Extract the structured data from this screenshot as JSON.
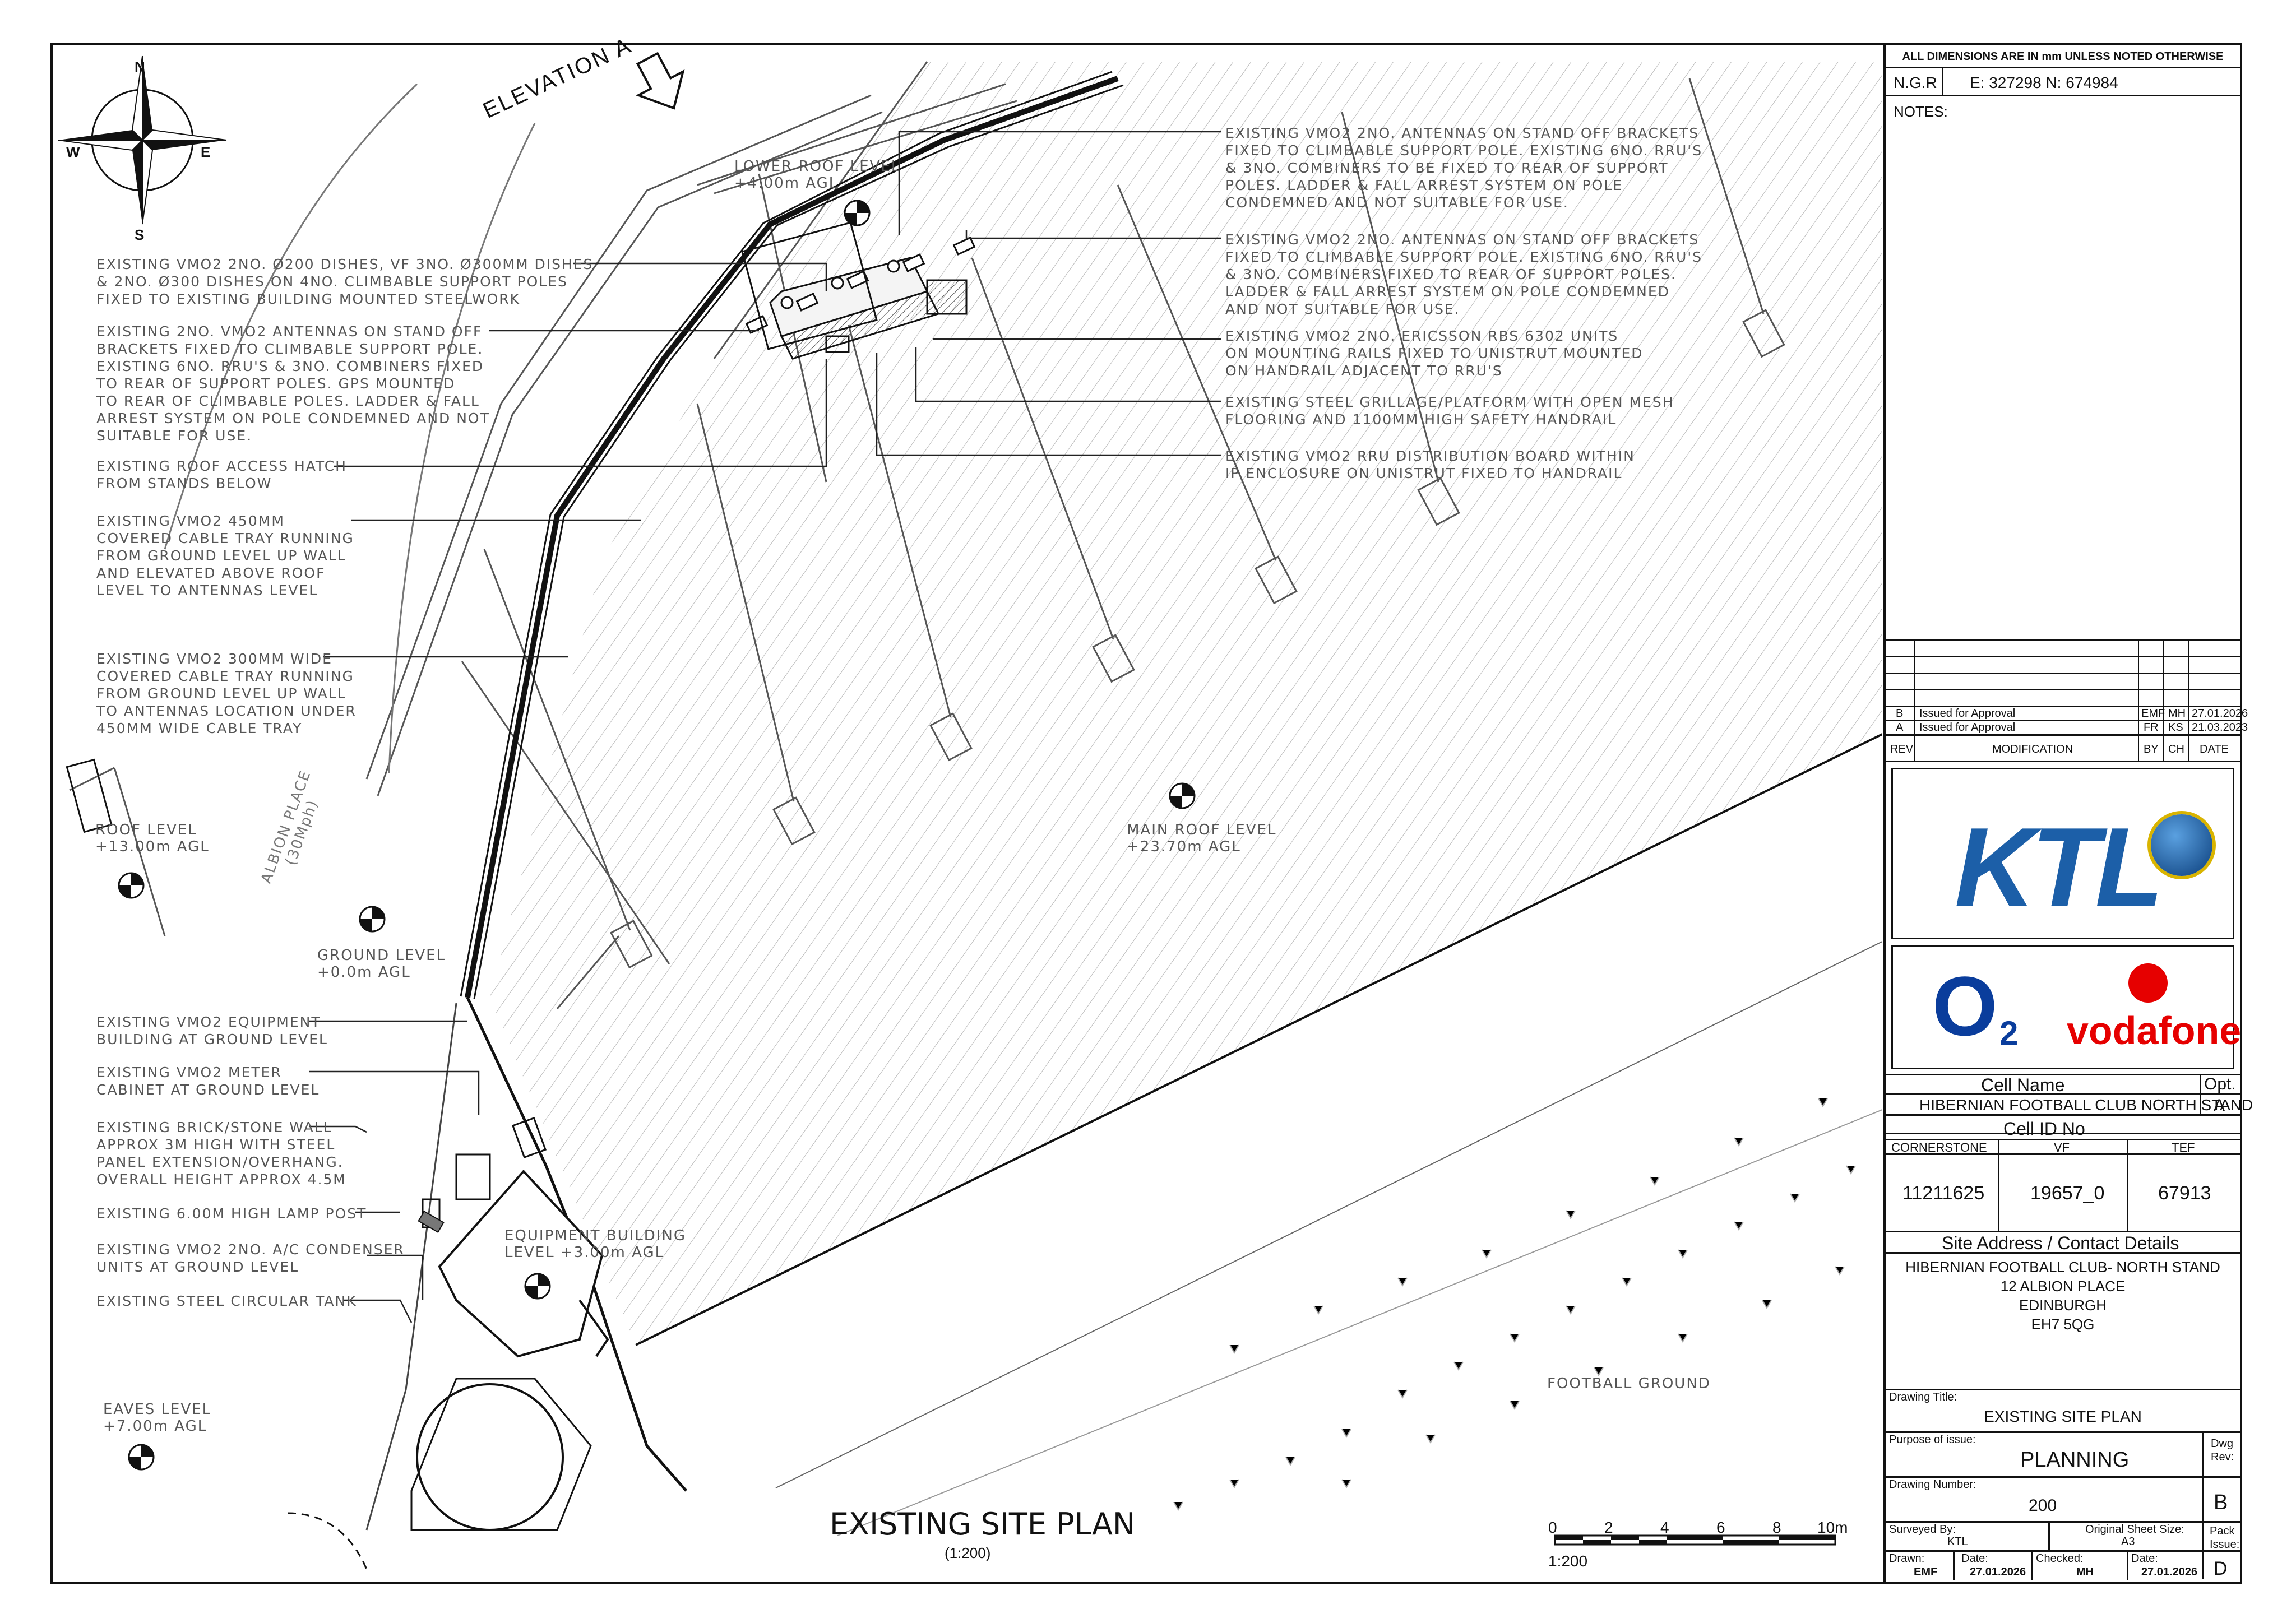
{
  "compass": {
    "n": "N",
    "e": "E",
    "s": "S",
    "w": "W"
  },
  "elevation_label": "ELEVATION A",
  "notes_left": [
    "EXISTING VMO2 2No. ø200 DISHES, VF 3No. ø300mm DISHES\n& 2No. ø300 DISHES ON 4No. CLIMBABLE SUPPORT POLES\nFIXED TO EXISTING BUILDING MOUNTED STEELWORK",
    "EXISTING 2No. VMO2 ANTENNAS ON STAND OFF\nBRACKETS FIXED TO CLIMBABLE SUPPORT POLE.\nEXISTING 6No. RRU's & 3No. COMBINERS FIXED\nTO REAR OF SUPPORT POLES. GPS MOUNTED\nTO REAR OF CLIMBABLE POLES. LADDER & FALL\nARREST SYSTEM ON POLE CONDEMNED AND NOT\nSUITABLE FOR USE.",
    "EXISTING ROOF ACCESS HATCH\nFROM STANDS BELOW",
    "EXISTING VMO2 450mm\nCOVERED CABLE TRAY RUNNING\nFROM GROUND LEVEL UP WALL\nAND ELEVATED ABOVE ROOF\nLEVEL TO ANTENNAS LEVEL",
    "EXISTING VMO2 300mm WIDE\nCOVERED CABLE TRAY RUNNING\nFROM GROUND LEVEL UP WALL\nTO ANTENNAS LOCATION UNDER\n450mm WIDE CABLE TRAY",
    "EXISTING VMO2 EQUIPMENT\nBUILDING AT GROUND LEVEL",
    "EXISTING VMO2 METER\nCABINET AT GROUND LEVEL",
    "EXISTING BRICK/STONE WALL\nAPPROX 3m HIGH WITH STEEL\nPANEL EXTENSION/OVERHANG.\nOVERALL HEIGHT APPROX 4.5m",
    "EXISTING 6.00m HIGH LAMP POST",
    "EXISTING VMO2 2No. A/C CONDENSER\nUNITS AT GROUND LEVEL",
    "EXISTING STEEL CIRCULAR TANK"
  ],
  "notes_right": [
    "EXISTING VMO2 2No. ANTENNAS ON STAND OFF BRACKETS\nFIXED TO CLIMBABLE SUPPORT POLE. EXISTING 6No. RRU's\n& 3No. COMBINERS TO BE FIXED TO REAR OF SUPPORT\nPOLES. LADDER & FALL ARREST SYSTEM ON POLE\nCONDEMNED AND NOT SUITABLE FOR USE.",
    "EXISTING VMO2 2No. ANTENNAS ON STAND OFF BRACKETS\nFIXED TO CLIMBABLE SUPPORT POLE. EXISTING 6No. RRU's\n& 3No. COMBINERS FIXED TO REAR OF SUPPORT POLES.\nLADDER & FALL ARREST SYSTEM ON POLE CONDEMNED\nAND NOT SUITABLE FOR USE.",
    "EXISTING VMO2 2No. ERICSSON RBS 6302 UNITS\nON MOUNTING RAILS FIXED TO UNISTRUT MOUNTED\nON HANDRAIL ADJACENT TO RRU's",
    "EXISTING STEEL GRILLAGE/PLATFORM WITH OPEN MESH\nFLOORING AND 1100mm HIGH SAFETY HANDRAIL",
    "EXISTING VMO2 RRU DISTRIBUTION BOARD WITHIN\nIP ENCLOSURE ON UNISTRUT FIXED TO HANDRAIL"
  ],
  "levels": {
    "lower_roof": "LOWER ROOF LEVEL\n+4.00m AGL",
    "main_roof": "MAIN ROOF LEVEL\n+23.70m AGL",
    "roof": "ROOF LEVEL\n+13.00m AGL",
    "ground": "GROUND LEVEL\n+0.0m AGL",
    "equipment_building": "EQUIPMENT BUILDING\nLEVEL +3.00m AGL",
    "eaves": "EAVES LEVEL\n+7.00m AGL",
    "football_ground": "FOOTBALL GROUND",
    "street": "ALBION PLACE\n(30Mph)"
  },
  "plan_title": "EXISTING SITE PLAN",
  "plan_scale": "(1:200)",
  "scale_bar": {
    "ticks": [
      "0",
      "2",
      "4",
      "6",
      "8",
      "10m"
    ],
    "ratio": "1:200"
  },
  "title_block": {
    "dims_note": "ALL DIMENSIONS ARE IN mm UNLESS NOTED OTHERWISE",
    "ngr_label": "N.G.R",
    "ngr_value": "E: 327298   N: 674984",
    "notes_label": "NOTES:",
    "revisions": [
      {
        "rev": "B",
        "mod": "Issued for Approval",
        "by": "EMF",
        "ch": "MH",
        "date": "27.01.2026"
      },
      {
        "rev": "A",
        "mod": "Issued for Approval",
        "by": "FR",
        "ch": "KS",
        "date": "21.03.2023"
      }
    ],
    "rev_headers": {
      "rev": "REV",
      "mod": "MODIFICATION",
      "by": "BY",
      "ch": "CH",
      "date": "DATE"
    },
    "logo_ktl": "KTL",
    "logo_o2": "O",
    "logo_o2_sub": "2",
    "logo_vodafone": "vodafone",
    "cell_name_label": "Cell Name",
    "opt_label": "Opt.",
    "cell_name": "HIBERNIAN FOOTBALL CLUB NORTH STAND",
    "opt": "A",
    "cell_id_label": "Cell ID No",
    "ids": [
      {
        "label": "CORNERSTONE",
        "value": "11211625"
      },
      {
        "label": "VF",
        "value": "19657_0"
      },
      {
        "label": "TEF",
        "value": "67913"
      }
    ],
    "site_address_label": "Site Address / Contact Details",
    "address": [
      "HIBERNIAN FOOTBALL CLUB- NORTH STAND",
      "12 ALBION PLACE",
      "EDINBURGH",
      "EH7 5QG"
    ],
    "drawing_title_label": "Drawing Title:",
    "drawing_title": "EXISTING SITE PLAN",
    "purpose_label": "Purpose of issue:",
    "purpose": "PLANNING",
    "dwg_rev_label": "Dwg\nRev:",
    "drawing_number_label": "Drawing Number:",
    "drawing_number": "200",
    "dwg_rev": "B",
    "surveyed_by_label": "Surveyed By:",
    "surveyed_by": "KTL",
    "sheet_size_label": "Original Sheet Size:",
    "sheet_size": "A3",
    "pack_issue_label": "Pack\nIssue:",
    "drawn_label": "Drawn:",
    "drawn": "EMF",
    "date_label": "Date:",
    "drawn_date": "27.01.2026",
    "checked_label": "Checked:",
    "checked": "MH",
    "checked_date": "27.01.2026",
    "pack_issue": "D"
  },
  "colors": {
    "ktl_blue": "#1c5fa8",
    "o2_blue": "#0a3d9c",
    "vodafone_red": "#e60000",
    "line": "#111111",
    "note": "#555555"
  }
}
